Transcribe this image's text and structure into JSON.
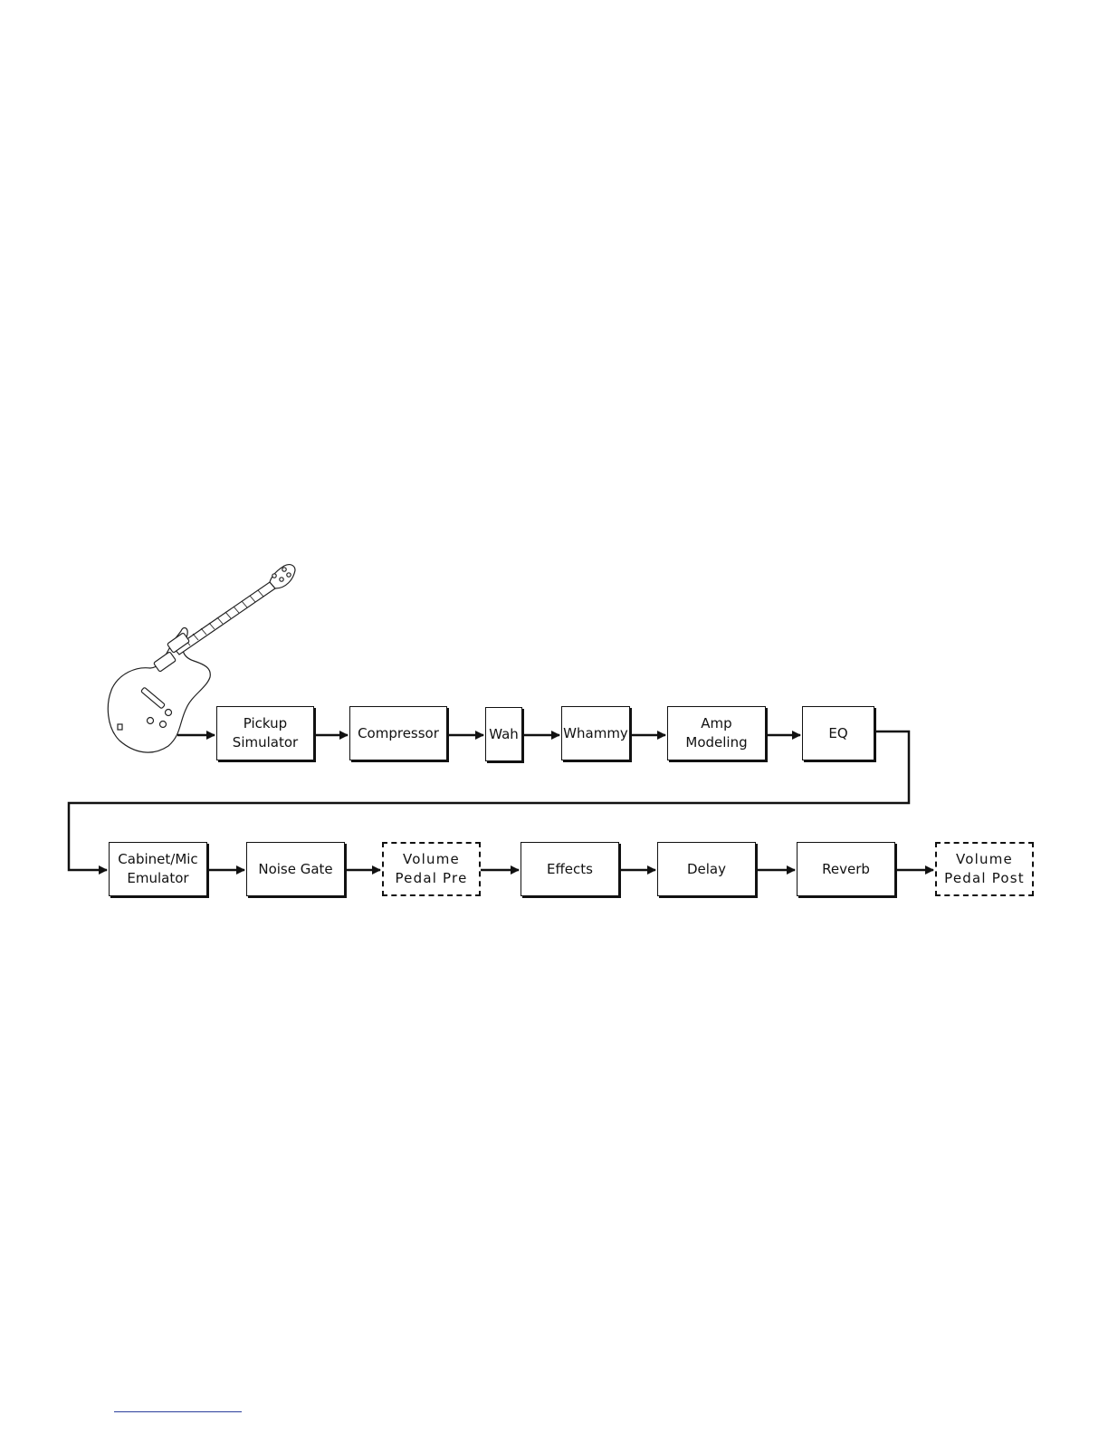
{
  "diagram": {
    "row1": [
      {
        "id": "pickup",
        "lines": [
          "Pickup",
          "Simulator"
        ],
        "style": "solid"
      },
      {
        "id": "compressor",
        "lines": [
          "Compressor"
        ],
        "style": "solid"
      },
      {
        "id": "wah",
        "lines": [
          "Wah"
        ],
        "style": "solid"
      },
      {
        "id": "whammy",
        "lines": [
          "Whammy"
        ],
        "style": "solid"
      },
      {
        "id": "amp",
        "lines": [
          "Amp",
          "Modeling"
        ],
        "style": "solid"
      },
      {
        "id": "eq",
        "lines": [
          "EQ"
        ],
        "style": "solid"
      }
    ],
    "row2": [
      {
        "id": "cabinet",
        "lines": [
          "Cabinet/Mic",
          "Emulator"
        ],
        "style": "solid"
      },
      {
        "id": "noise-gate",
        "lines": [
          "Noise Gate"
        ],
        "style": "solid"
      },
      {
        "id": "volume-pre",
        "lines": [
          "Volume",
          "Pedal Pre"
        ],
        "style": "dashed"
      },
      {
        "id": "effects",
        "lines": [
          "Effects"
        ],
        "style": "solid"
      },
      {
        "id": "delay",
        "lines": [
          "Delay"
        ],
        "style": "solid"
      },
      {
        "id": "reverb",
        "lines": [
          "Reverb"
        ],
        "style": "solid"
      },
      {
        "id": "volume-post",
        "lines": [
          "Volume",
          "Pedal Post"
        ],
        "style": "dashed"
      }
    ],
    "colors": {
      "line": "#111111",
      "footer_rule": "#2b3f9c"
    }
  }
}
